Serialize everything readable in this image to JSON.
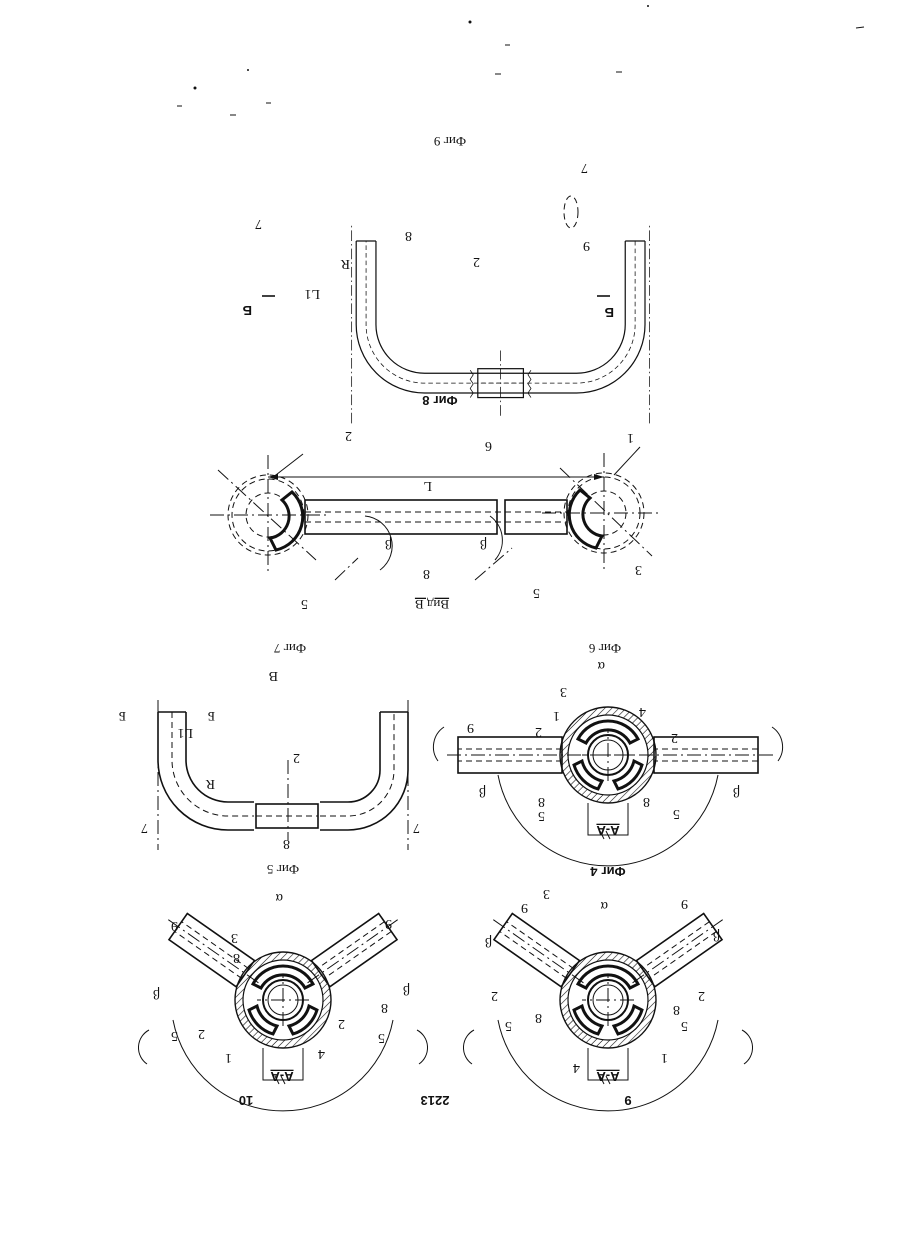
{
  "page": {
    "number_left": "9",
    "number_center": "2213",
    "number_right": "10"
  },
  "captions": {
    "fig4": "Фиг 4",
    "fig5": "Фиг 5",
    "fig6": "Фиг 6",
    "fig7": "Фиг 7",
    "fig8": "Фиг 8",
    "fig9": "Фиг 9",
    "view_b": "Вид В",
    "section_aa": "А-А",
    "section_b": "Б"
  },
  "labels": {
    "n1": "1",
    "n2": "2",
    "n3": "3",
    "n4": "4",
    "n5": "5",
    "n6": "6",
    "n7": "7",
    "n8": "8",
    "n9": "9",
    "L": "L",
    "L1": "L1",
    "R": "R",
    "alpha": "α",
    "beta": "β",
    "B": "В"
  },
  "orientation": "rotated-180"
}
